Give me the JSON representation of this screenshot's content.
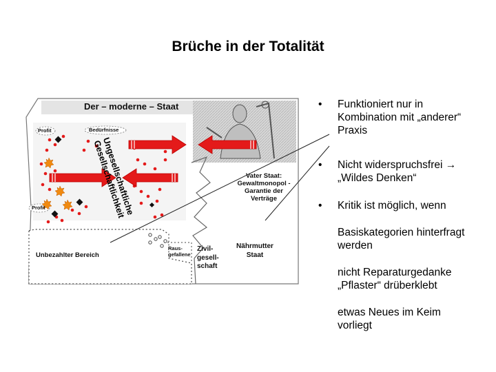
{
  "slide": {
    "title": "Brüche in der Totalität"
  },
  "diagram": {
    "header": "Der – moderne – Staat",
    "profit_top": "Profit",
    "beduerfnisse": "Bedürfnisse",
    "profit_bottom": "Profit",
    "ungesellschaftlich_line1": "Ungesellschaftliche",
    "ungesellschaftlich_line2": "Gesellschaftlichkeit",
    "vater_staat_line1": "Vater Staat:",
    "vater_staat_line2": "Gewaltmonopol -",
    "vater_staat_line3": "Garantie der",
    "vater_staat_line4": "Verträge",
    "unbezahlter_bereich": "Unbezahlter Bereich",
    "rausgefallene_line1": "Raus-",
    "rausgefallene_line2": "gefallene",
    "zivil_line1": "Zivil-",
    "zivil_line2": "gesell-",
    "zivil_line3": "schaft",
    "naehrmutter_line1": "Nährmutter",
    "naehrmutter_line2": "Staat",
    "accent_color": "#e41a1a"
  },
  "bullets": {
    "item1_line1": "Funktioniert nur in",
    "item1_line2": "Kombination mit „anderer“",
    "item1_line3": "Praxis",
    "item2_line1": "Nicht widerspruchsfrei →",
    "item2_line2": "„Wildes Denken“",
    "item3_line1": "Kritik ist möglich, wenn",
    "sub1_line1": "Basiskategorien hinterfragt",
    "sub1_line2": "werden",
    "sub2_line1": "nicht Reparaturgedanke",
    "sub2_line2": "„Pflaster“ drüberklebt",
    "sub3_line1": "etwas Neues im Keim",
    "sub3_line2": "vorliegt",
    "marker": "•"
  }
}
